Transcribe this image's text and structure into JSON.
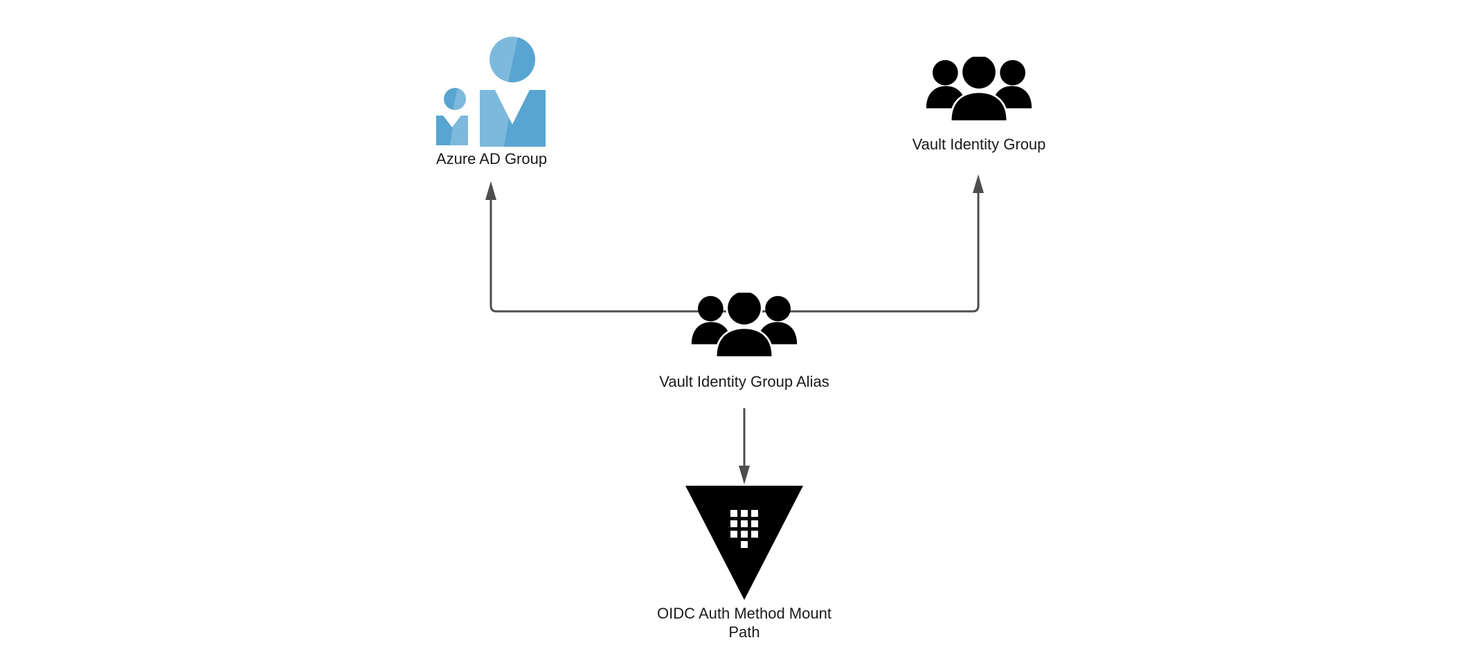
{
  "theme": {
    "background": "#ffffff",
    "line_color": "#4d4d4d",
    "icon_color": "#000000",
    "azure_light": "#7db9dc",
    "azure_dark": "#58a5d1",
    "text_color": "#1a1a1a"
  },
  "diagram": {
    "type": "identity-mapping-flow",
    "nodes": [
      {
        "id": "azure-ad-group",
        "label": "Azure AD Group",
        "icon": "azure-ad-group-icon"
      },
      {
        "id": "vault-identity-group",
        "label": "Vault Identity Group",
        "icon": "people-group-icon"
      },
      {
        "id": "vault-identity-group-alias",
        "label": "Vault Identity Group Alias",
        "icon": "people-group-icon"
      },
      {
        "id": "oidc-auth-method-mount-path",
        "label": "OIDC Auth Method Mount Path",
        "icon": "vault-logo-icon"
      }
    ],
    "edges": [
      {
        "from": "vault-identity-group-alias",
        "to": "azure-ad-group",
        "direction": "up"
      },
      {
        "from": "vault-identity-group-alias",
        "to": "vault-identity-group",
        "direction": "up"
      },
      {
        "from": "vault-identity-group-alias",
        "to": "oidc-auth-method-mount-path",
        "direction": "down"
      }
    ]
  }
}
